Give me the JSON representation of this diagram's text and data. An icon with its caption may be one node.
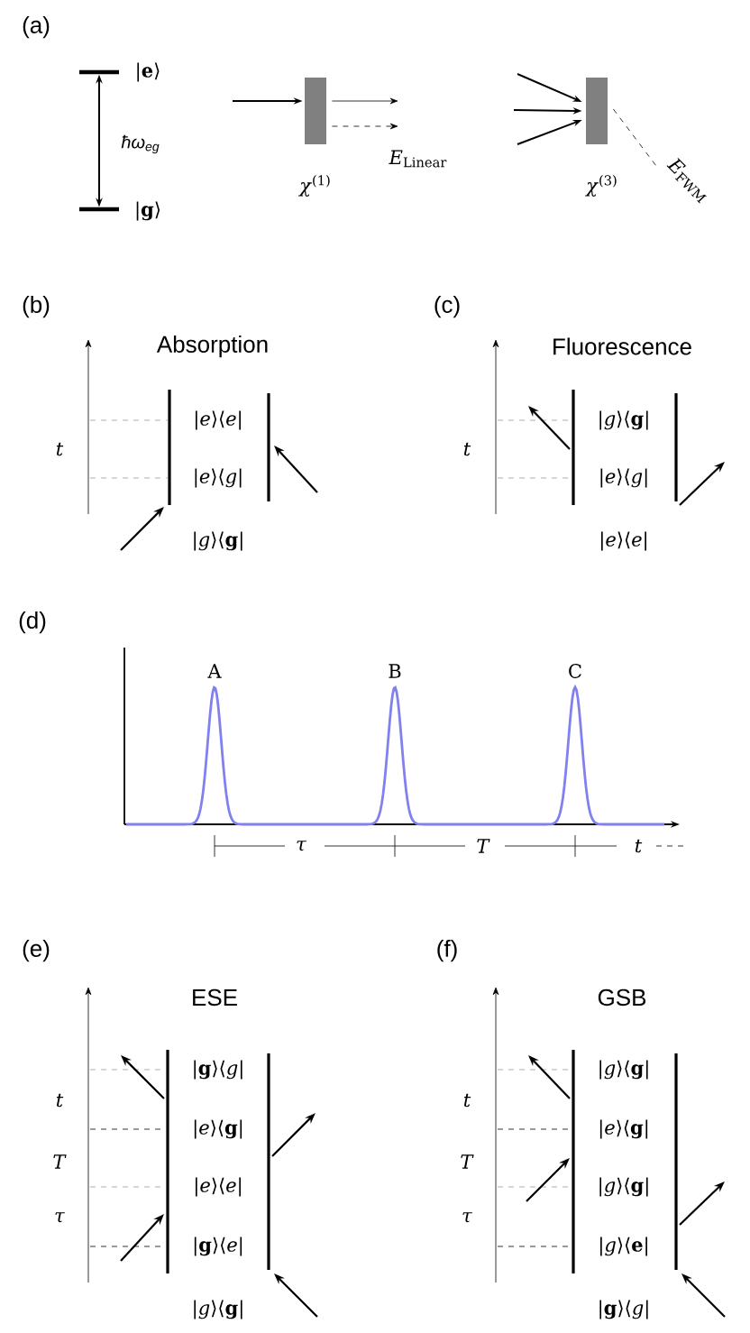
{
  "diagram": {
    "nodes": [
      {
        "text": [],
        "shape": "bar",
        "beside": [
          "|**e**⟩"
        ]
      },
      {
        "text": [],
        "shape": "bar",
        "beside": [
          "|**g**⟩"
        ]
      },
      {
        "text": [],
        "shape": "box",
        "beside": [
          "*χ*$^{(1)}$"
        ]
      },
      {
        "text": [],
        "shape": "box",
        "beside": [
          "*χ*$^{(3)}$"
        ]
      }
    ],
    "edges": [
      {
        "from": 0,
        "to": 1,
        "arrow": "both",
        "label": "ħω$_{eg}$"
      },
      {
        "from": null,
        "to": 2,
        "arrow": "to"
      },
      {
        "from": 2,
        "to": null,
        "arrow": "to"
      },
      {
        "from": 2,
        "to": null,
        "arrow": "to",
        "style": "dashed",
        "label": "*E*$_{Linear}$"
      },
      {
        "from": null,
        "to": 3,
        "arrow": "to"
      },
      {
        "from": null,
        "to": 3,
        "arrow": "to"
      },
      {
        "from": null,
        "to": 3,
        "arrow": "to"
      },
      {
        "from": 3,
        "to": null,
        "arrow": "none",
        "style": "dashed",
        "label": "*E*$_{FWM}$"
      }
    ],
    "labels": [
      "(a)",
      "(b)",
      "Absorption",
      "*t*",
      "|*e*⟩⟨*e*|",
      "|*e*⟩⟨*g*|",
      "|*g*⟩⟨**g**|",
      "(c)",
      "Fluorescence",
      "*t*",
      "|*g*⟩⟨**g**|",
      "|*e*⟩⟨*g*|",
      "|*e*⟩⟨*e*|",
      "(d)",
      "A",
      "B",
      "C",
      "*τ*",
      "*T*",
      "*t*",
      "(e)",
      "ESE",
      "*t*",
      "*T*",
      "*τ*",
      "|**g**⟩⟨*g*|",
      "|*e*⟩⟨**g**|",
      "|*e*⟩⟨*e*|",
      "|**g**⟩⟨*e*|",
      "|*g*⟩⟨**g**|",
      "(f)",
      "GSB",
      "*t*",
      "*T*",
      "*τ*",
      "|*g*⟩⟨**g**|",
      "|*e*⟩⟨**g**|",
      "|*g*⟩⟨**g**|",
      "|*g*⟩⟨**e**|",
      "|**g**⟩⟨*g*|"
    ]
  }
}
